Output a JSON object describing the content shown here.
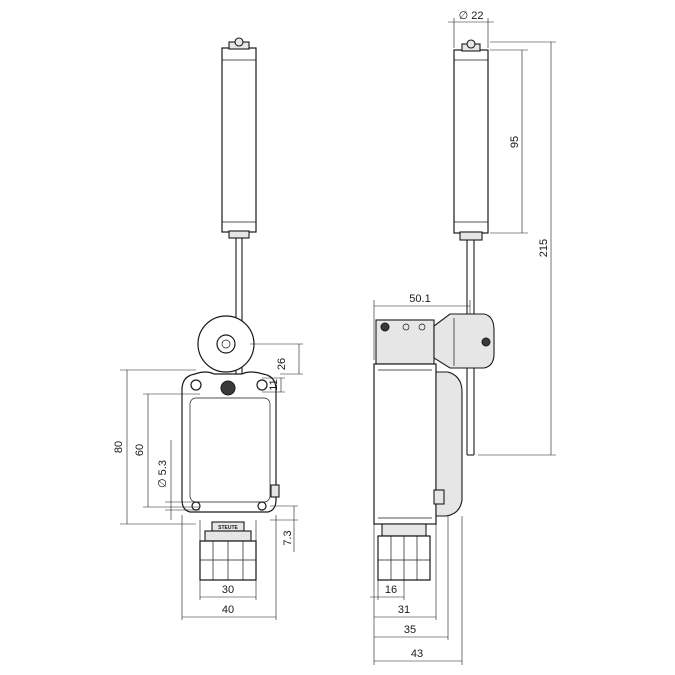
{
  "front_view": {
    "dimensions": {
      "lever_offset": "26",
      "hole_height": "11",
      "overall_height": "80",
      "mount_spacing": "60",
      "hole_diameter": "∅ 5.3",
      "gland_offset": "7.3",
      "mount_width": "30",
      "body_width": "40"
    },
    "brand_label": "STEUTE"
  },
  "side_view": {
    "dimensions": {
      "roller_diameter": "∅ 22",
      "roller_length": "95",
      "total_length": "215",
      "lever_reach": "50.1",
      "gland_width": "16",
      "depth_31": "31",
      "depth_35": "35",
      "depth_43": "43"
    }
  },
  "colors": {
    "line": "#1a1a1a",
    "body_fill": "#ffffff",
    "part_fill": "#e6e6e6",
    "dark_fill": "#3a3a3a"
  }
}
